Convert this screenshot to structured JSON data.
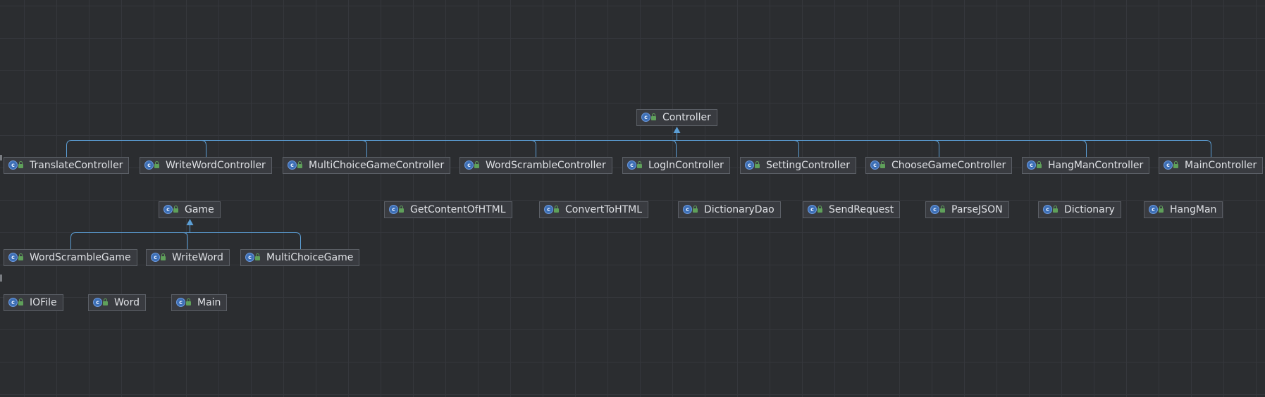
{
  "diagram": {
    "nodes": [
      {
        "id": "controller",
        "label": "Controller"
      },
      {
        "id": "translatecontroller",
        "label": "TranslateController"
      },
      {
        "id": "writewordcontroller",
        "label": "WriteWordController"
      },
      {
        "id": "multichoicegamecontroller",
        "label": "MultiChoiceGameController"
      },
      {
        "id": "wordscramblecontroller",
        "label": "WordScrambleController"
      },
      {
        "id": "logincontroller",
        "label": "LogInController"
      },
      {
        "id": "settingcontroller",
        "label": "SettingController"
      },
      {
        "id": "choosegamecontroller",
        "label": "ChooseGameController"
      },
      {
        "id": "hangmancontroller",
        "label": "HangManController"
      },
      {
        "id": "maincontroller",
        "label": "MainController"
      },
      {
        "id": "game",
        "label": "Game"
      },
      {
        "id": "getcontentofhtml",
        "label": "GetContentOfHTML"
      },
      {
        "id": "converttohtml",
        "label": "ConvertToHTML"
      },
      {
        "id": "dictionarydao",
        "label": "DictionaryDao"
      },
      {
        "id": "sendrequest",
        "label": "SendRequest"
      },
      {
        "id": "parsejson",
        "label": "ParseJSON"
      },
      {
        "id": "dictionary",
        "label": "Dictionary"
      },
      {
        "id": "hangman",
        "label": "HangMan"
      },
      {
        "id": "wordscramblegame",
        "label": "WordScrambleGame"
      },
      {
        "id": "writeword",
        "label": "WriteWord"
      },
      {
        "id": "multichoicegame",
        "label": "MultiChoiceGame"
      },
      {
        "id": "iofile",
        "label": "IOFile"
      },
      {
        "id": "word",
        "label": "Word"
      },
      {
        "id": "main",
        "label": "Main"
      }
    ],
    "inheritance": [
      {
        "parent": "controller",
        "children": [
          "translatecontroller",
          "writewordcontroller",
          "multichoicegamecontroller",
          "wordscramblecontroller",
          "logincontroller",
          "settingcontroller",
          "choosegamecontroller",
          "hangmancontroller",
          "maincontroller"
        ]
      },
      {
        "parent": "game",
        "children": [
          "wordscramblegame",
          "writeword",
          "multichoicegame"
        ]
      }
    ],
    "colors": {
      "background": "#2b2d30",
      "edge": "#5c9fd6",
      "node_border": "#5b5f66",
      "node_fill": "#393b40",
      "text": "#dfe1e5"
    },
    "icon": "class-icon"
  }
}
